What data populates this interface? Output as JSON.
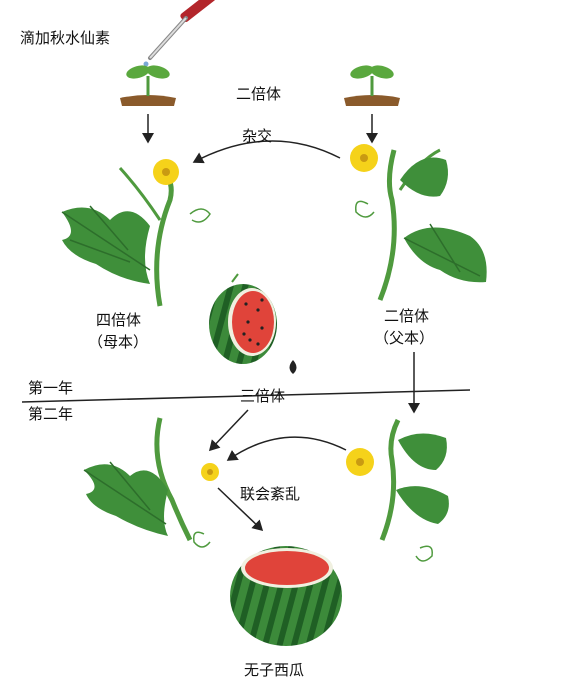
{
  "labels": {
    "colchicine": "滴加秋水仙素",
    "diploid_top": "二倍体",
    "cross": "杂交",
    "tetraploid": "四倍体",
    "mother": "（母本）",
    "diploid_father": "二倍体",
    "father": "（父本）",
    "year_one": "第一年",
    "year_two": "第二年",
    "triploid": "三倍体",
    "synapsis_disorder": "联会紊乱",
    "seedless_watermelon": "无子西瓜"
  },
  "colors": {
    "leaf": "#3f8f3a",
    "leaf_dark": "#2d6e2b",
    "stem": "#4f9a3e",
    "flower": "#f5d21a",
    "melon_rind": "#2f7d33",
    "melon_flesh": "#e0443a",
    "dropper": "#c0392b",
    "line": "#222222"
  },
  "icons": [
    "dropper-icon",
    "seedling-icon",
    "plant-icon",
    "flower-icon",
    "watermelon-icon",
    "seed-icon"
  ]
}
